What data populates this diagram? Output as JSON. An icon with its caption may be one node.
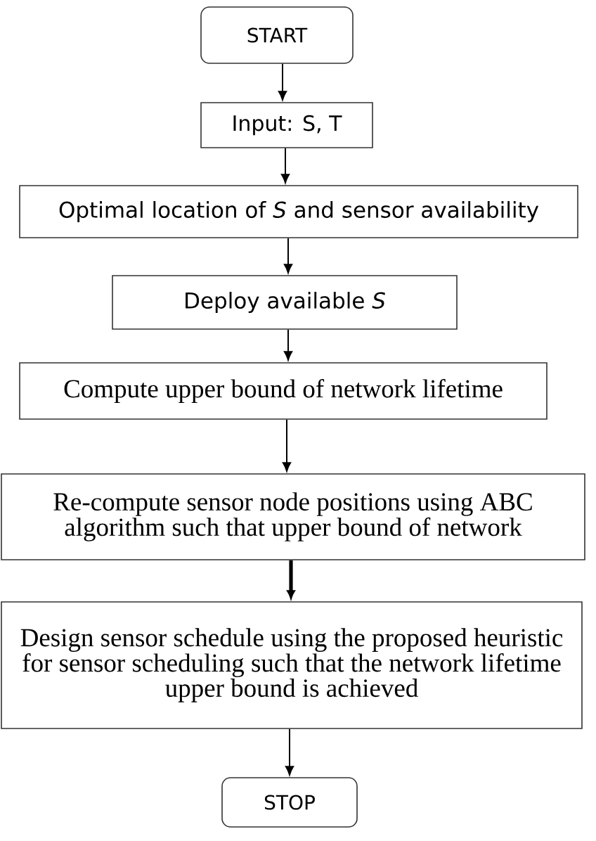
{
  "diagram": {
    "nodes": [
      {
        "text": [
          "START"
        ]
      },
      {
        "text": [
          "Input: S, T"
        ]
      },
      {
        "text": [
          "Optimal location of *S* and sensor availability"
        ]
      },
      {
        "text": [
          "Deploy available *S*"
        ]
      },
      {
        "text": [
          "Compute upper bound of network lifetime"
        ]
      },
      {
        "text": [
          "Re-compute sensor node positions using ABC algorithm such that upper bound of network"
        ]
      },
      {
        "text": [
          "Design sensor schedule using the proposed heuristic for sensor scheduling such that the network lifetime upper bound is achieved"
        ]
      },
      {
        "text": [
          "STOP"
        ]
      }
    ],
    "edges": [
      {
        "from": 0,
        "to": 1,
        "arrow": "to"
      },
      {
        "from": 1,
        "to": 2,
        "arrow": "to"
      },
      {
        "from": 2,
        "to": 3,
        "arrow": "to"
      },
      {
        "from": 3,
        "to": 4,
        "arrow": "to"
      },
      {
        "from": 4,
        "to": 5,
        "arrow": "to"
      },
      {
        "from": 5,
        "to": 6,
        "arrow": "to",
        "style": "thick"
      },
      {
        "from": 6,
        "to": 7,
        "arrow": "to"
      }
    ]
  }
}
